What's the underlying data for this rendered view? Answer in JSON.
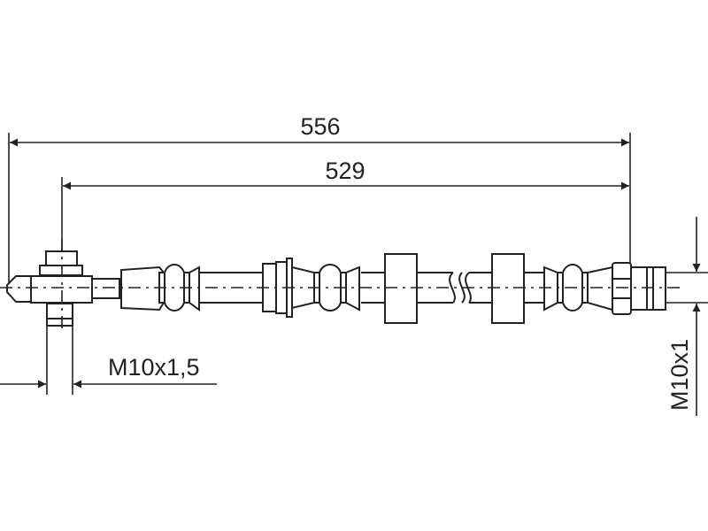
{
  "drawing": {
    "overall_length_label": "556",
    "hose_length_label": "529",
    "left_thread_label": "M10x1,5",
    "right_thread_label": "M10x1"
  },
  "colors": {
    "line": "#222222",
    "background": "#ffffff"
  }
}
